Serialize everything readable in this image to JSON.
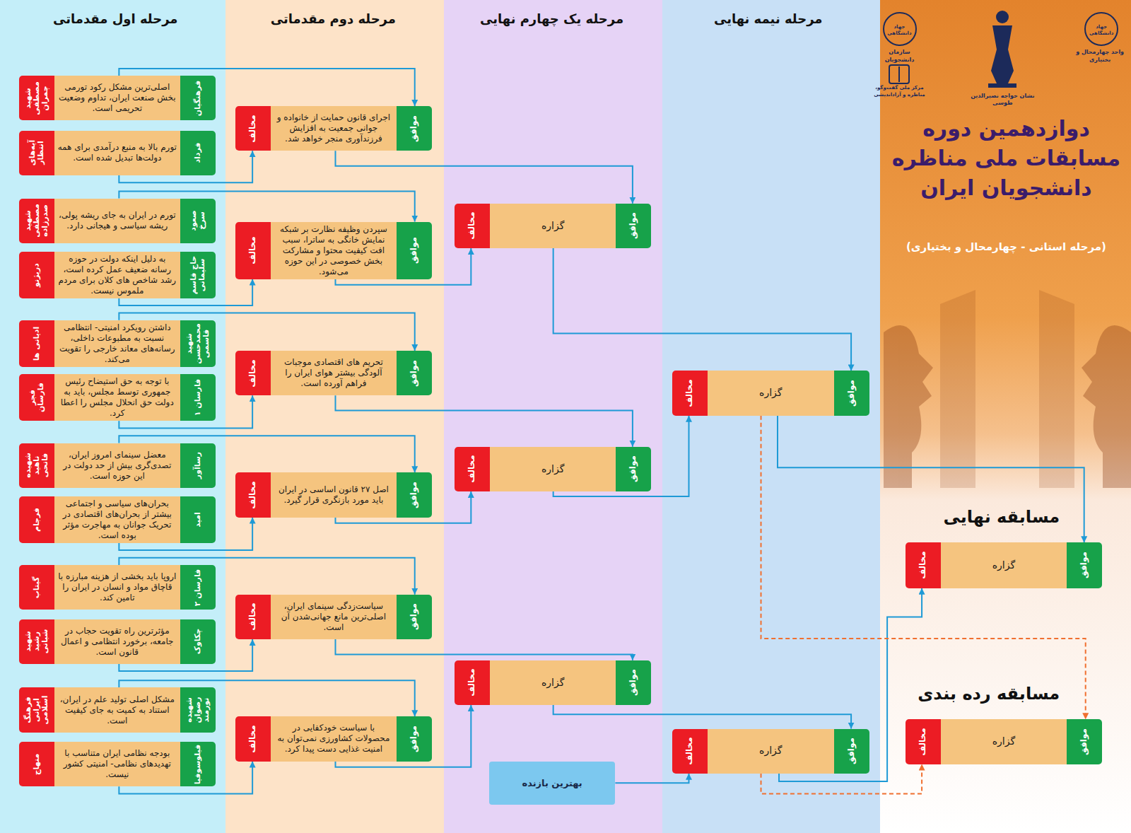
{
  "diagram": {
    "title": "دوازدهمین دوره مسابقات ملی مناظره دانشجویان ایران",
    "nodes": [
      {
        "text": [
          "مسابقه نهایی",
          "موافق",
          "گزاره",
          "مخالف"
        ]
      },
      {
        "text": [
          "مسابقه رده بندی",
          "موافق",
          "گزاره",
          "مخالف"
        ]
      },
      {
        "text": [
          "موافق",
          "گزاره",
          "مخالف"
        ]
      },
      {
        "text": [
          "موافق",
          "گزاره",
          "مخالف"
        ]
      },
      {
        "text": [
          "موافق",
          "گزاره",
          "مخالف"
        ]
      },
      {
        "text": [
          "موافق",
          "گزاره",
          "مخالف"
        ]
      },
      {
        "text": [
          "موافق",
          "گزاره",
          "مخالف"
        ]
      },
      {
        "text": [
          "بهترین بازنده"
        ]
      },
      {
        "text": [
          "موافق",
          "اجرای قانون حمایت از خانواده و جوانی جمعیت به افزایش فرزندآوری منجر خواهد شد.",
          "مخالف"
        ]
      },
      {
        "text": [
          "موافق",
          "سپردن وظیفه نظارت بر شبکه نمایش خانگی به ساترا، سبب افت کیفیت محتوا و مشارکت بخش خصوصی در این حوزه می‌شود.",
          "مخالف"
        ]
      },
      {
        "text": [
          "موافق",
          "تحریم های اقتصادی موجبات آلودگی بیشتر هوای ایران را فراهم آورده است.",
          "مخالف"
        ]
      },
      {
        "text": [
          "موافق",
          "اصل ۲۷ قانون اساسی در ایران باید مورد بازنگری قرار گیرد.",
          "مخالف"
        ]
      },
      {
        "text": [
          "موافق",
          "سیاست‌زدگی سینمای ایران، اصلی‌ترین مانع جهانی‌شدن آن است.",
          "مخالف"
        ]
      },
      {
        "text": [
          "موافق",
          "با سیاست خودکفایی در محصولات کشاورزی نمی‌توان به امنیت غذایی دست پیدا کرد.",
          "مخالف"
        ]
      },
      {
        "text": [
          "فرهنگیان",
          "اصلی‌ترین مشکل رکود تورمی بخش صنعت ایران، تداوم وضعیت تحریمی است.",
          "شهید مصطفی چمران"
        ]
      },
      {
        "text": [
          "فرداد",
          "تورم بالا به منبع درآمدی برای همه دولت‌ها تبدیل شده است.",
          "آیه‌های انتظار"
        ]
      },
      {
        "text": [
          "صعود سرخ",
          "تورم در ایران به جای ریشه پولی، ریشه سیاسی و هیجانی دارد.",
          "شهید مصطفی صدرزاده"
        ]
      },
      {
        "text": [
          "حاج قاسم سلیمانی",
          "به دلیل اینکه دولت در حوزه رسانه ضعیف عمل کرده است، رشد شاخص های کلان برای مردم ملموس نیست.",
          "دریژنو"
        ]
      },
      {
        "text": [
          "شهید محمدحسن قاسمی",
          "داشتن رویکرد امنیتی- انتظامی نسبت به مطبوعات داخلی، رسانه‌های معاند خارجی را تقویت می‌کند.",
          "ادیانی ها"
        ]
      },
      {
        "text": [
          "فارسان ۱",
          "با توجه به حق استیضاح رئیس جمهوری توسط مجلس، باید به دولت حق انحلال مجلس را اعطا کرد.",
          "فجر فارسان"
        ]
      },
      {
        "text": [
          "رساآور",
          "معضل سینمای امروز ایران، تصدی‌گری بیش از حد دولت در این حوزه است.",
          "شهیده ناهید فاتحی"
        ]
      },
      {
        "text": [
          "امید",
          "بحران‌های سیاسی و اجتماعی بیشتر از بحران‌های اقتصادی در تحریک جوانان به مهاجرت مؤثر بوده است.",
          "فرجام"
        ]
      },
      {
        "text": [
          "فارسان ۲",
          "اروپا باید بخشی از هزینه مبارزه با قاچاق مواد و انسان در ایران را تامین کند.",
          "گیتاب"
        ]
      },
      {
        "text": [
          "چکاوک",
          "مؤثرترین راه تقویت حجاب در جامعه، برخورد انتظامی و اعمال قانون است.",
          "شهید رشید شبانی"
        ]
      },
      {
        "text": [
          "شهیده رضوان نورمند",
          "مشکل اصلی تولید علم در ایران، استناد به کمیت به جای کیفیت است.",
          "فرهنگ ایرانی اسلامی"
        ]
      },
      {
        "text": [
          "فیلوسوفیا",
          "بودجه نظامی ایران متناسب با تهدیدهای نظامی- امنیتی کشور نیست.",
          "منهاج"
        ]
      }
    ],
    "edges": [
      {
        "from": 14,
        "to": 8,
        "arrow": "to"
      },
      {
        "from": 15,
        "to": 8,
        "arrow": "to"
      },
      {
        "from": 16,
        "to": 9,
        "arrow": "to"
      },
      {
        "from": 17,
        "to": 9,
        "arrow": "to"
      },
      {
        "from": 18,
        "to": 10,
        "arrow": "to"
      },
      {
        "from": 19,
        "to": 10,
        "arrow": "to"
      },
      {
        "from": 20,
        "to": 11,
        "arrow": "to"
      },
      {
        "from": 21,
        "to": 11,
        "arrow": "to"
      },
      {
        "from": 22,
        "to": 12,
        "arrow": "to"
      },
      {
        "from": 23,
        "to": 12,
        "arrow": "to"
      },
      {
        "from": 24,
        "to": 13,
        "arrow": "to"
      },
      {
        "from": 25,
        "to": 13,
        "arrow": "to"
      },
      {
        "from": 8,
        "to": 4,
        "arrow": "to"
      },
      {
        "from": 9,
        "to": 4,
        "arrow": "to"
      },
      {
        "from": 10,
        "to": 5,
        "arrow": "to"
      },
      {
        "from": 11,
        "to": 5,
        "arrow": "to"
      },
      {
        "from": 12,
        "to": 6,
        "arrow": "to"
      },
      {
        "from": 13,
        "to": 6,
        "arrow": "to"
      },
      {
        "from": 4,
        "to": 2,
        "arrow": "to"
      },
      {
        "from": 5,
        "to": 2,
        "arrow": "to"
      },
      {
        "from": 6,
        "to": 3,
        "arrow": "to"
      },
      {
        "from": 7,
        "to": 3,
        "arrow": "to"
      },
      {
        "from": 2,
        "to": 0,
        "arrow": "to"
      },
      {
        "from": 3,
        "to": 0,
        "arrow": "to"
      },
      {
        "from": 2,
        "to": 1,
        "arrow": "to"
      },
      {
        "from": 3,
        "to": 1,
        "arrow": "to"
      }
    ],
    "labels": [
      "مرحله اول مقدماتی",
      "مرحله دوم مقدماتی",
      "مرحله یک چهارم نهایی",
      "مرحله نیمه نهایی",
      "(مرحله استانی - چهارمحال و بختیاری)",
      "جهاد دانشگاهی",
      "سازمان دانشجویان",
      "جهاد دانشگاهی",
      "واحد چهارمحال و بختیاری",
      "مرکز ملی گفت‌وگو، مناظره و آزاداندیشی",
      "نشان خواجه نصیرالدین طوسی"
    ]
  }
}
